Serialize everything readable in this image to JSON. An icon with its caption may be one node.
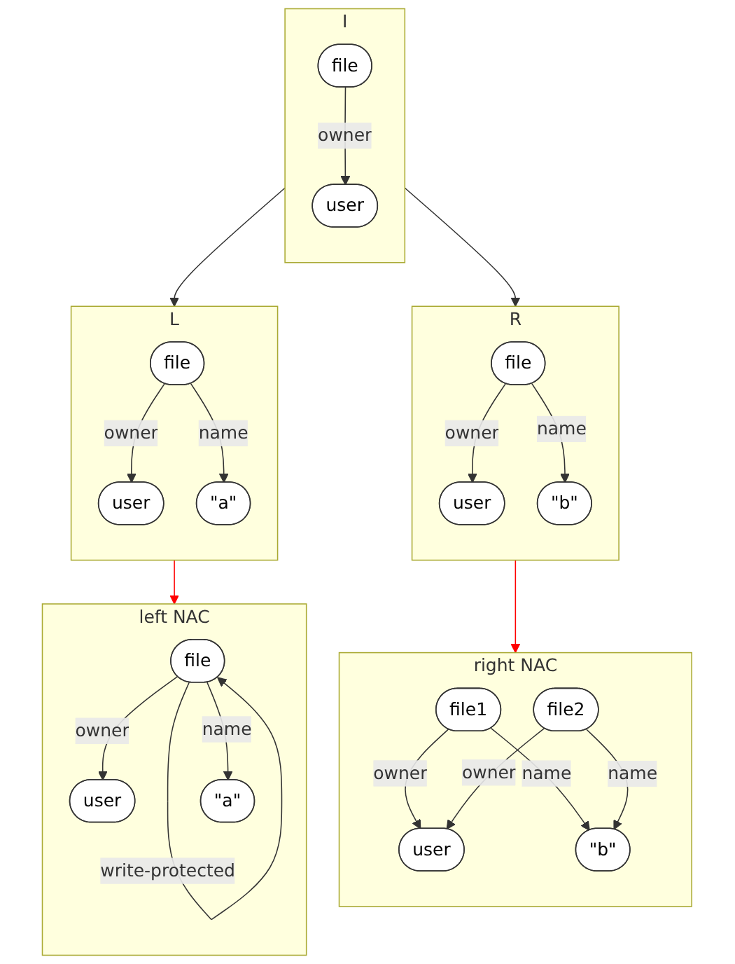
{
  "diagram": {
    "nodes": [
      {
        "text": [
          "L"
        ]
      },
      {
        "text": [
          "user"
        ],
        "in": 0
      },
      {
        "text": [
          "file"
        ],
        "in": 0
      },
      {
        "text": [
          "\"a\""
        ],
        "in": 0
      },
      {
        "text": [
          "I"
        ]
      },
      {
        "text": [
          "user"
        ],
        "in": 4
      },
      {
        "text": [
          "file"
        ],
        "in": 4
      },
      {
        "text": [
          "R"
        ]
      },
      {
        "text": [
          "user"
        ],
        "in": 7
      },
      {
        "text": [
          "file"
        ],
        "in": 7
      },
      {
        "text": [
          "\"b\""
        ],
        "in": 7
      },
      {
        "text": [
          "left NAC"
        ]
      },
      {
        "text": [
          "user"
        ],
        "in": 11
      },
      {
        "text": [
          "file"
        ],
        "in": 11
      },
      {
        "text": [
          "\"a\""
        ],
        "in": 11
      },
      {
        "text": [
          "right NAC"
        ]
      },
      {
        "text": [
          "user"
        ],
        "in": 15
      },
      {
        "text": [
          "file1"
        ],
        "in": 15
      },
      {
        "text": [
          "file2"
        ],
        "in": 15
      },
      {
        "text": [
          "\"b\""
        ],
        "in": 15
      }
    ],
    "edges": [
      {
        "from": 2,
        "to": 1,
        "arrow": "to",
        "label": "owner"
      },
      {
        "from": 2,
        "to": 3,
        "arrow": "to",
        "label": "name"
      },
      {
        "from": 6,
        "to": 5,
        "arrow": "to",
        "label": "owner"
      },
      {
        "from": 9,
        "to": 8,
        "arrow": "to",
        "label": "owner"
      },
      {
        "from": 9,
        "to": 10,
        "arrow": "to",
        "label": "name"
      },
      {
        "from": 13,
        "to": 12,
        "arrow": "to",
        "label": "owner"
      },
      {
        "from": 13,
        "to": 13,
        "arrow": "to",
        "label": "write-protected"
      },
      {
        "from": 13,
        "to": 14,
        "arrow": "to",
        "label": "name"
      },
      {
        "from": 17,
        "to": 16,
        "arrow": "to",
        "label": "owner"
      },
      {
        "from": 18,
        "to": 16,
        "arrow": "to",
        "label": "owner"
      },
      {
        "from": 17,
        "to": 19,
        "arrow": "to",
        "label": "name"
      },
      {
        "from": 18,
        "to": 19,
        "arrow": "to",
        "label": "name"
      },
      {
        "from": 4,
        "to": 0,
        "arrow": "to"
      },
      {
        "from": 4,
        "to": 7,
        "arrow": "to"
      },
      {
        "from": 0,
        "to": 11,
        "arrow": "to",
        "color": "#ff0000"
      },
      {
        "from": 7,
        "to": 15,
        "arrow": "to",
        "color": "#ff0000"
      }
    ]
  }
}
